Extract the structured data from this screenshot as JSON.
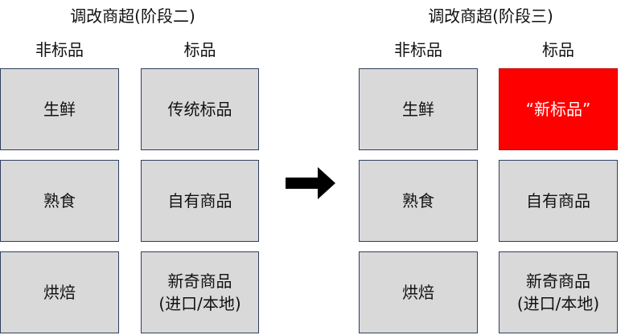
{
  "left_panel": {
    "title": "调改商超(阶段二)",
    "col_nonstandard": "非标品",
    "col_standard": "标品",
    "nonstandard": [
      "生鲜",
      "熟食",
      "烘焙"
    ],
    "standard": [
      "传统标品",
      "自有商品",
      "新奇商品",
      "(进口/本地)"
    ]
  },
  "right_panel": {
    "title": "调改商超(阶段三)",
    "col_nonstandard": "非标品",
    "col_standard": "标品",
    "nonstandard": [
      "生鲜",
      "熟食",
      "烘焙"
    ],
    "standard": [
      "“新标品”",
      "自有商品",
      "新奇商品",
      "(进口/本地)"
    ]
  },
  "colors": {
    "box_fill": "#d9d9d9",
    "highlight": "#ff0000",
    "border": "#2f3f60"
  },
  "icons": {
    "transition": "arrow-right-icon"
  }
}
